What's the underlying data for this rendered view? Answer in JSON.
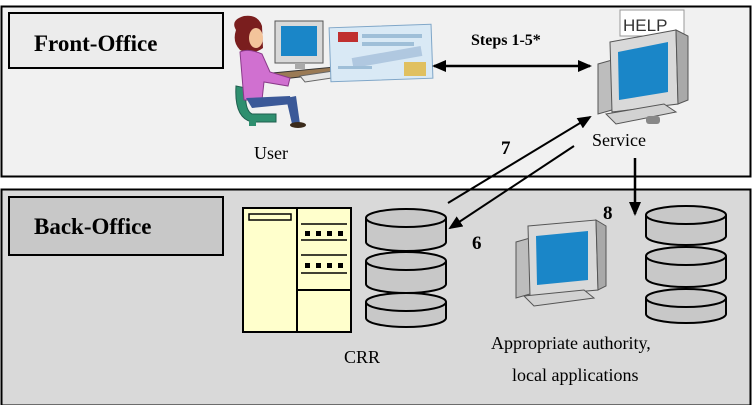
{
  "zones": {
    "front": {
      "label": "Front-Office",
      "fill": "#f1f1f1"
    },
    "back": {
      "label": "Back-Office",
      "fill": "#d9d9d9"
    }
  },
  "nodes": {
    "user": {
      "label": "User"
    },
    "service": {
      "label": "Service",
      "help_text": "HELP"
    },
    "crr": {
      "label": "CRR"
    },
    "authority": {
      "label_line1": "Appropriate authority,",
      "label_line2": "local applications"
    }
  },
  "edges": {
    "steps": "Steps 1-5*",
    "step6": "6",
    "step7": "7",
    "step8": "8"
  },
  "colors": {
    "cabinet": "#ffffcc",
    "monitor_screen": "#1a86c8",
    "computer_body": "#d9d9d9",
    "shirt": "#d070d0",
    "chair": "#2f8f6f",
    "card": "#d9e9f5"
  },
  "icons": [
    "user-at-computer-icon",
    "id-card-icon",
    "computer-icon",
    "filing-cabinet-icon",
    "database-icon"
  ]
}
